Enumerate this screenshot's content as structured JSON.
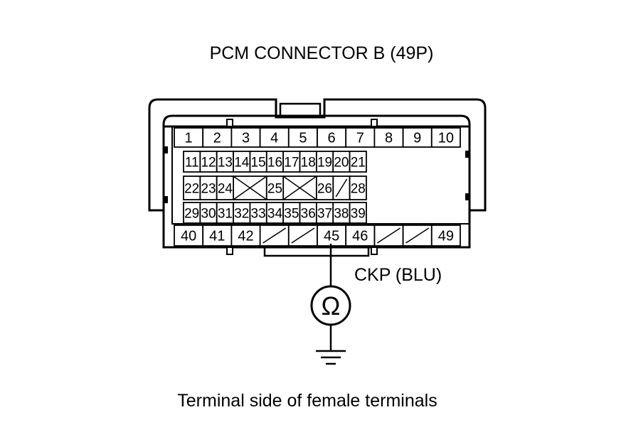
{
  "title": "PCM CONNECTOR B (49P)",
  "caption": "Terminal side of female terminals",
  "probe_label": "CKP (BLU)",
  "meter_symbol": "Ω",
  "meter_icon": "ohmmeter-icon",
  "ground_icon": "ground-icon",
  "probe_terminal": "45",
  "rows": [
    [
      "1",
      "2",
      "3",
      "4",
      "5",
      "6",
      "7",
      "8",
      "9",
      "10"
    ],
    [
      "11",
      "12",
      "13",
      "14",
      "15",
      "16",
      "17",
      "18",
      "19",
      "20",
      "21"
    ],
    [
      "22",
      "23",
      "24",
      "",
      "",
      "25",
      "",
      "",
      "26",
      "",
      "28"
    ],
    [
      "29",
      "30",
      "31",
      "32",
      "33",
      "34",
      "35",
      "36",
      "37",
      "38",
      "39"
    ],
    [
      "40",
      "41",
      "42",
      "",
      "",
      "45",
      "46",
      "",
      "",
      "49"
    ]
  ]
}
